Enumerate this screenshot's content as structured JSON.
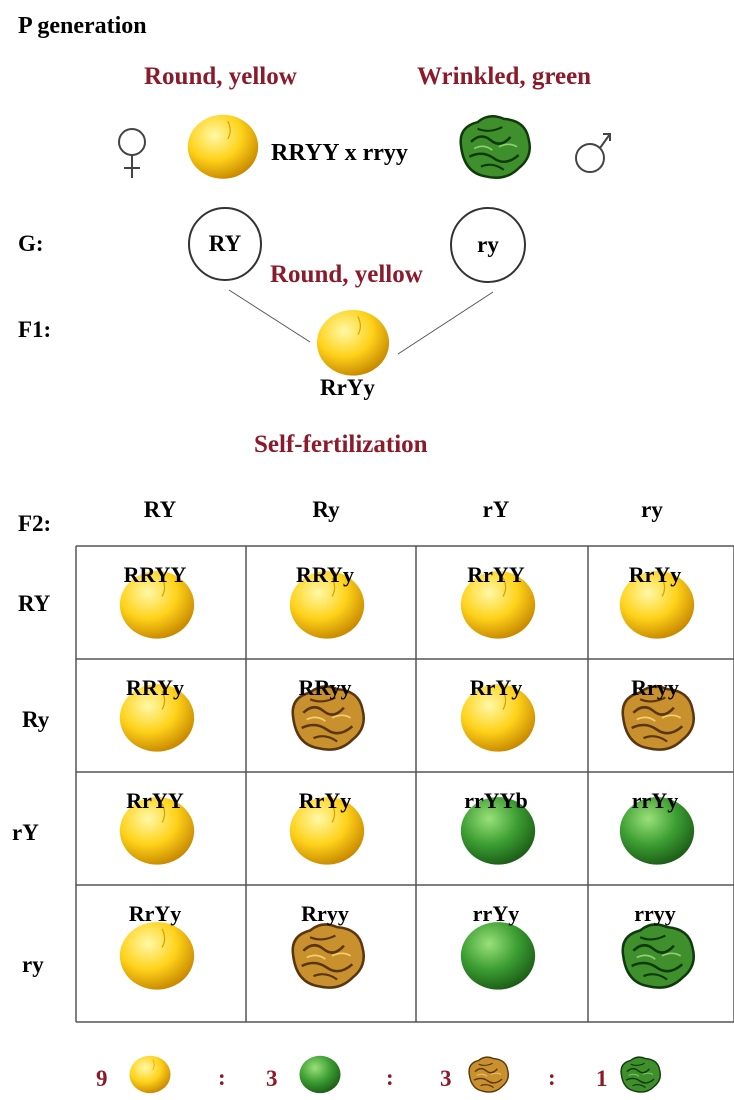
{
  "p_generation": {
    "heading": "P generation",
    "female_label": "Round, yellow",
    "male_label": "Wrinkled, green",
    "cross": "RRYY x rryy",
    "female_icon": "female-symbol-icon",
    "male_icon": "male-symbol-icon"
  },
  "gametes": {
    "label": "G:",
    "female": "RY",
    "male": "ry"
  },
  "f1": {
    "label": "F1:",
    "phenotype": "Round, yellow",
    "genotype": "RrYy"
  },
  "self_fertilization": "Self-fertilization",
  "f2": {
    "label": "F2:",
    "col_headers": [
      "RY",
      "Ry",
      "rY",
      "ry"
    ],
    "row_headers": [
      "RY",
      "Ry",
      "rY",
      "ry"
    ],
    "cells": [
      [
        {
          "g": "RRYY",
          "p": "yellow-round"
        },
        {
          "g": "RRYy",
          "p": "yellow-round"
        },
        {
          "g": "RrYY",
          "p": "yellow-round"
        },
        {
          "g": "RrYy",
          "p": "yellow-round"
        }
      ],
      [
        {
          "g": "RRYy",
          "p": "yellow-round"
        },
        {
          "g": "RRyy",
          "p": "yellow-wrinkled"
        },
        {
          "g": "RrYy",
          "p": "yellow-round"
        },
        {
          "g": "Rryy",
          "p": "yellow-wrinkled"
        }
      ],
      [
        {
          "g": "RrYY",
          "p": "yellow-round"
        },
        {
          "g": "RrYy",
          "p": "yellow-round"
        },
        {
          "g": "rrYYb",
          "p": "green-round"
        },
        {
          "g": "rrYy",
          "p": "green-round"
        }
      ],
      [
        {
          "g": "RrYy",
          "p": "yellow-round"
        },
        {
          "g": "Rryy",
          "p": "yellow-wrinkled"
        },
        {
          "g": "rrYy",
          "p": "green-round"
        },
        {
          "g": "rryy",
          "p": "green-wrinkled"
        }
      ]
    ]
  },
  "ratio": {
    "items": [
      {
        "count": "9",
        "p": "yellow-round"
      },
      {
        "count": "3",
        "p": "green-round"
      },
      {
        "count": "3",
        "p": "yellow-wrinkled"
      },
      {
        "count": "1",
        "p": "green-wrinkled"
      }
    ],
    "separator": ":"
  },
  "colors": {
    "label_red": "#8b1a2b",
    "yellow": "#ffd21a",
    "green": "#3c9e32",
    "brown": "#8a5a1c",
    "dark_green": "#1f5a1a",
    "grid": "#555555"
  }
}
